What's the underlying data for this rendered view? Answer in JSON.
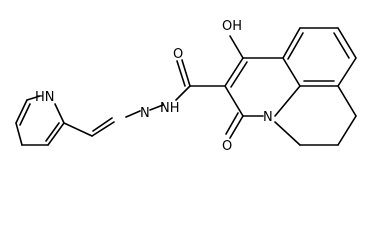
{
  "molecule": {
    "atom_labels": {
      "hydroxyl": "OH",
      "amide_n": "NH",
      "carbonyl_o": "O",
      "lactam_o": "O",
      "ring_n": "N",
      "hydrazone_n": "N",
      "pyrrole_n": "H​N"
    }
  }
}
